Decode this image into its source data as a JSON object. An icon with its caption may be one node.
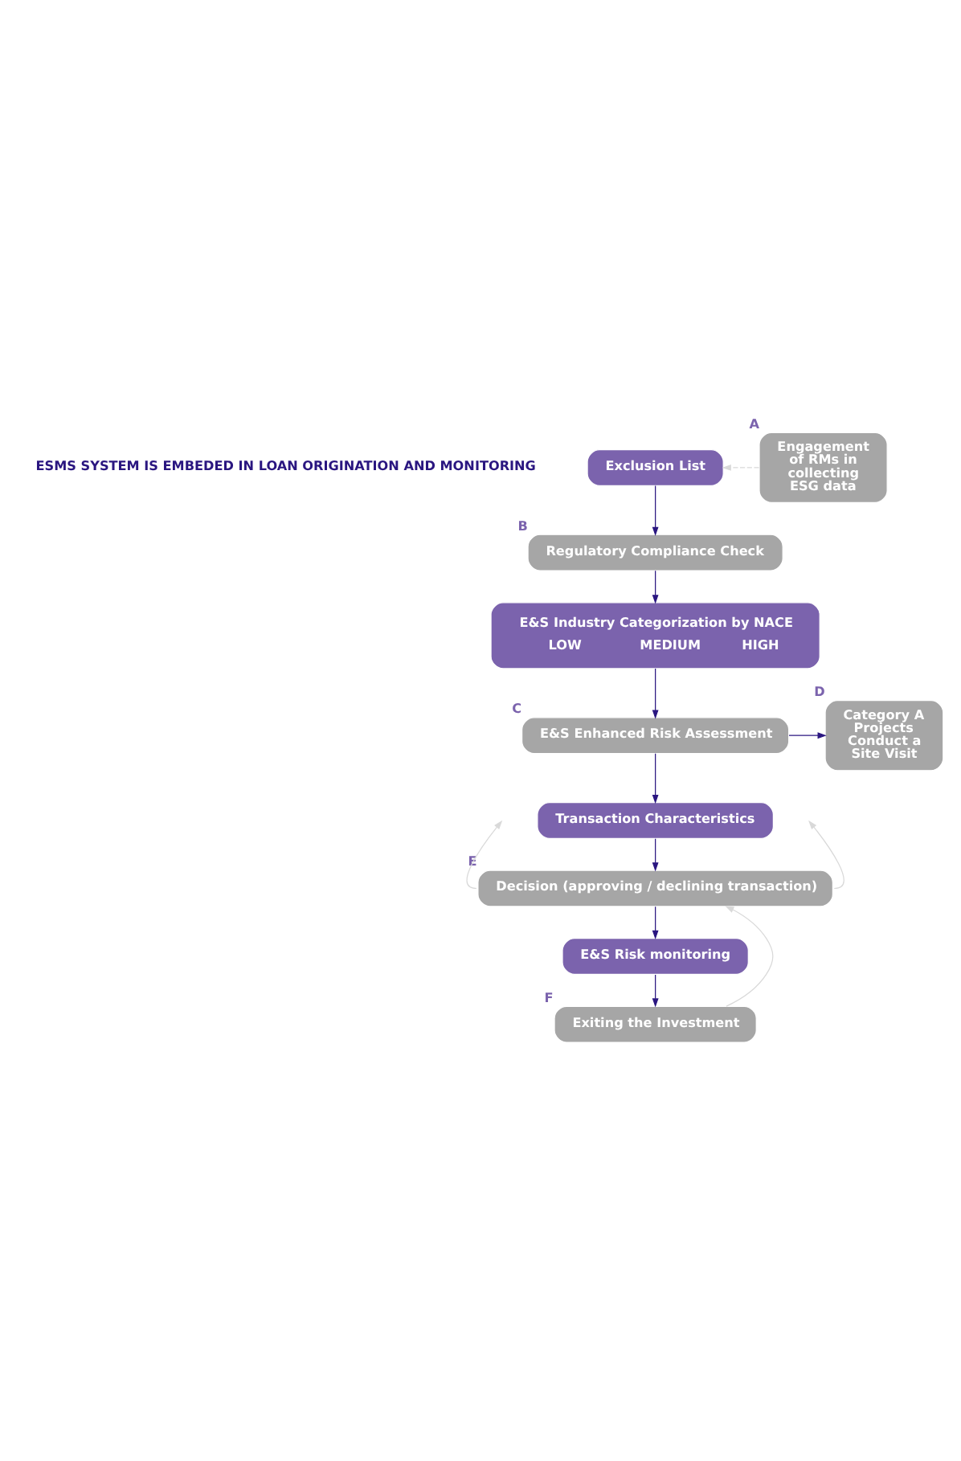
{
  "diagram": {
    "nodes": [
      {
        "text": [
          "Exclusion List"
        ]
      },
      {
        "text": [
          "Engagement of RMs in collecting ESG data"
        ],
        "beside": [
          "A"
        ]
      },
      {
        "text": [
          "Regulatory Compliance Check"
        ],
        "beside": [
          "B"
        ]
      },
      {
        "text": [
          "E&S Industry Categorization by NACE",
          "LOW",
          "MEDIUM",
          "HIGH"
        ]
      },
      {
        "text": [
          "E&S Enhanced Risk Assessment"
        ],
        "beside": [
          "C"
        ]
      },
      {
        "text": [
          "Category A Projects Conduct a Site Visit"
        ],
        "beside": [
          "D"
        ]
      },
      {
        "text": [
          "Transaction Characteristics"
        ]
      },
      {
        "text": [
          "Decision (approving / declining transaction)"
        ],
        "beside": [
          "E"
        ]
      },
      {
        "text": [
          "E&S Risk monitoring"
        ]
      },
      {
        "text": [
          "Exiting the Investment"
        ],
        "beside": [
          "F"
        ]
      }
    ],
    "edges": [
      {
        "from": 1,
        "to": 0,
        "arrow": "to",
        "style": "dashed",
        "color": "#d9d9d9"
      },
      {
        "from": 0,
        "to": 2,
        "arrow": "to"
      },
      {
        "from": 2,
        "to": 3,
        "arrow": "to"
      },
      {
        "from": 3,
        "to": 4,
        "arrow": "to"
      },
      {
        "from": 4,
        "to": 5,
        "arrow": "to"
      },
      {
        "from": 4,
        "to": 6,
        "arrow": "to"
      },
      {
        "from": 6,
        "to": 7,
        "arrow": "to"
      },
      {
        "from": 7,
        "to": 8,
        "arrow": "to"
      },
      {
        "from": 8,
        "to": 9,
        "arrow": "to"
      },
      {
        "from": 7,
        "to": null,
        "arrow": "to",
        "color": "#d9d9d9"
      },
      {
        "from": 7,
        "to": null,
        "arrow": "to",
        "color": "#d9d9d9"
      },
      {
        "from": 9,
        "to": 7,
        "arrow": "to",
        "color": "#d9d9d9"
      }
    ],
    "labels": [
      "ESMS SYSTEM IS EMBEDED IN LOAN ORIGINATION AND MONITORING"
    ]
  }
}
